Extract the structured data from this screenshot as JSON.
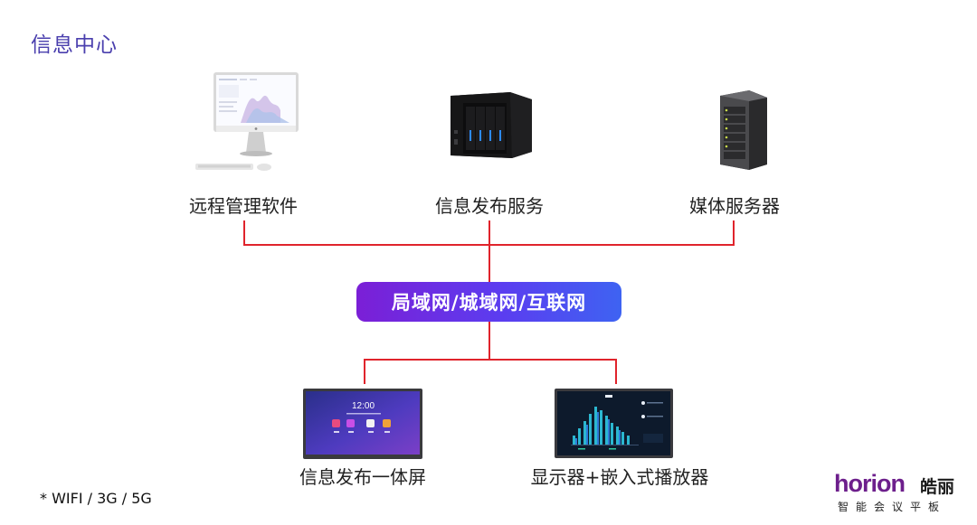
{
  "page": {
    "title": "信息中心"
  },
  "top_nodes": [
    {
      "label": "远程管理软件",
      "icon": "monitor-icon"
    },
    {
      "label": "信息发布服务",
      "icon": "nas-server-icon"
    },
    {
      "label": "媒体服务器",
      "icon": "rack-server-icon"
    }
  ],
  "hub": {
    "label": "局域网/城域网/互联网"
  },
  "bottom_nodes": [
    {
      "label": "信息发布一体屏",
      "icon": "display-panel-icon",
      "screen_time": "12:00"
    },
    {
      "label": "显示器+嵌入式播放器",
      "icon": "dashboard-display-icon"
    }
  ],
  "footnote": "* WIFI / 3G / 5G",
  "brand": {
    "word": "horion",
    "name_cn": "皓丽",
    "slogan": "智能会议平板"
  },
  "colors": {
    "connector": "#e0242c",
    "hub_start": "#7b1fd6",
    "hub_end": "#3e63f2",
    "title": "#4a3fae",
    "brand": "#6d1f8c"
  }
}
